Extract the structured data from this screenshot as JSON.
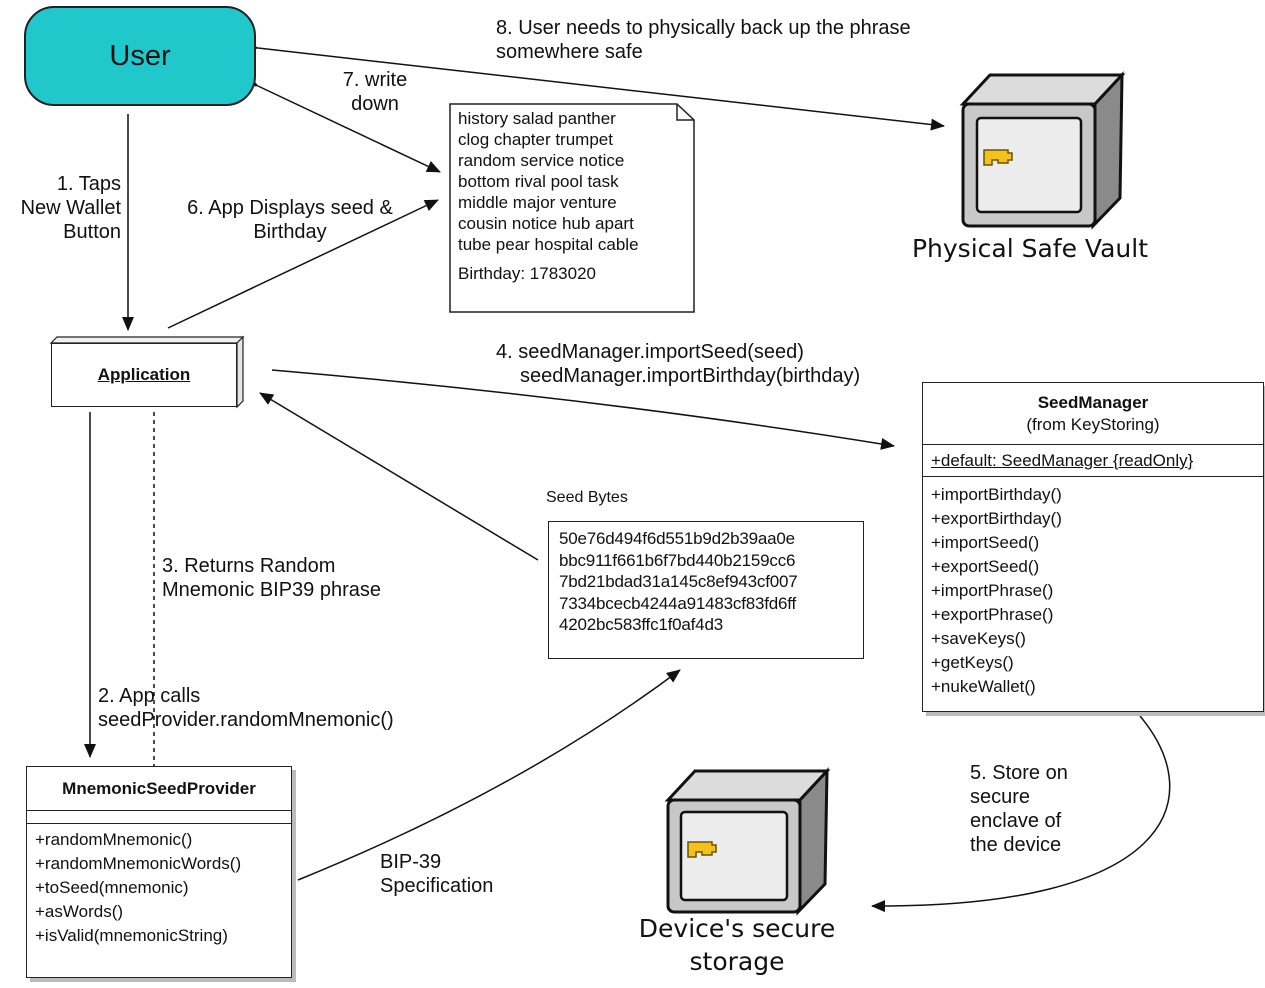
{
  "nodes": {
    "user": "User",
    "application": "Application",
    "physical_vault": "Physical Safe Vault",
    "device_storage": [
      "Device's secure",
      "storage"
    ]
  },
  "seed_manager": {
    "title": "SeedManager",
    "subtitle": "(from KeyStoring)",
    "attribute": "+default: SeedManager {readOnly}",
    "methods": [
      "+importBirthday()",
      "+exportBirthday()",
      "+importSeed()",
      "+exportSeed()",
      "+importPhrase()",
      "+exportPhrase()",
      "+saveKeys()",
      "+getKeys()",
      "+nukeWallet()"
    ]
  },
  "mnemonic_provider": {
    "title": "MnemonicSeedProvider",
    "methods": [
      "+randomMnemonic()",
      "+randomMnemonicWords()",
      "+toSeed(mnemonic)",
      "+asWords()",
      "+isValid(mnemonicString)"
    ]
  },
  "note": {
    "phrase_lines": [
      "history salad panther",
      "clog chapter trumpet",
      "random service notice",
      "bottom rival pool task",
      "middle major venture",
      "cousin notice hub apart",
      "tube pear hospital cable"
    ],
    "birthday": "Birthday: 1783020"
  },
  "seed_bytes": {
    "label": "Seed Bytes",
    "lines": [
      "50e76d494f6d551b9d2b39aa0e",
      "bbc911f661b6f7bd440b2159cc6",
      "7bd21bdad31a145c8ef943cf007",
      "7334bcecb4244a91483cf83fd6ff",
      "4202bc583ffc1f0af4d3"
    ]
  },
  "steps": {
    "step1": [
      "1. Taps",
      "New Wallet",
      "Button"
    ],
    "step2": [
      "2. App calls",
      "seedProvider.randomMnemonic()"
    ],
    "step3": [
      "3. Returns Random",
      "Mnemonic BIP39 phrase"
    ],
    "step4": [
      "4. seedManager.importSeed(seed)",
      "seedManager.importBirthday(birthday)"
    ],
    "step5": [
      "5. Store on",
      "secure",
      "enclave of",
      "the device"
    ],
    "step6": [
      "6. App Displays seed &",
      "Birthday"
    ],
    "step7": [
      "7. write",
      "down"
    ],
    "step8": [
      "8. User needs to physically back up the phrase",
      "somewhere safe"
    ],
    "bip39": [
      "BIP-39",
      "Specification"
    ]
  }
}
